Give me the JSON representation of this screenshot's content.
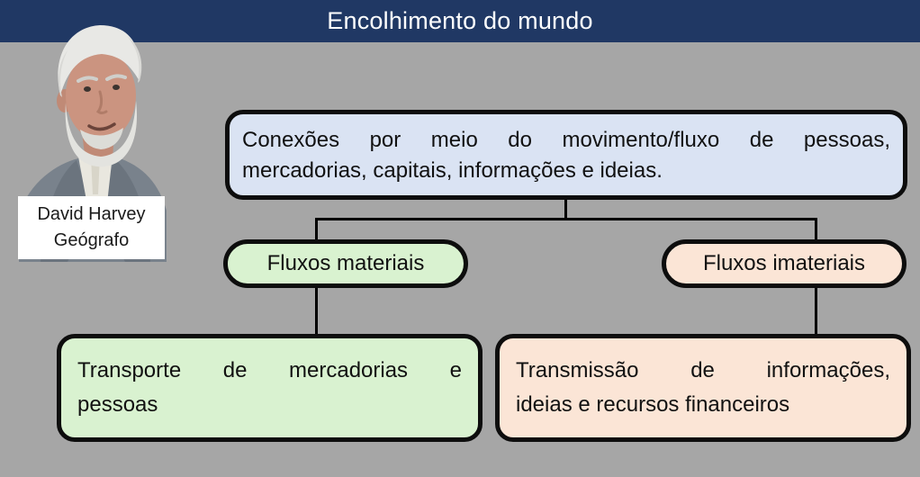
{
  "background_color": "#a6a6a6",
  "title_bar": {
    "title": "Encolhimento do mundo",
    "bg_color": "#203864",
    "text_color": "#ffffff"
  },
  "portrait": {
    "person": "david-harvey-photo",
    "caption_line1": "David Harvey",
    "caption_line2": "Geógrafo"
  },
  "diagram": {
    "border_color": "#0d0d0d",
    "connector_color": "#000000",
    "main_box": {
      "bg_color": "#dae3f3",
      "lines": {
        "0": "Conexões por meio do movimento/fluxo de pessoas,",
        "1": "mercadorias, capitais, informações e ideias."
      }
    },
    "left_pill": {
      "label": "Fluxos materiais",
      "bg_color": "#d9f2d0"
    },
    "right_pill": {
      "label": "Fluxos imateriais",
      "bg_color": "#fbe5d6"
    },
    "left_box": {
      "bg_color": "#d9f2d0",
      "lines": {
        "0": "Transporte de mercadorias e",
        "1": "pessoas"
      }
    },
    "right_box": {
      "bg_color": "#fbe5d6",
      "lines": {
        "0": "Transmissão de informações,",
        "1": "ideias e recursos financeiros"
      }
    }
  }
}
